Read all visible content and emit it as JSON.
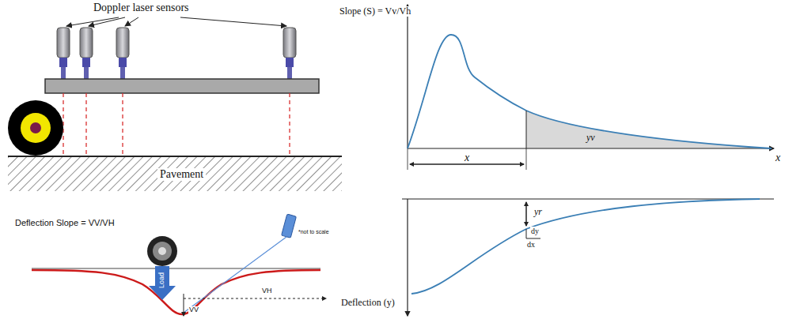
{
  "diagram": {
    "nodes": [
      {
        "text": [
          "Pavement"
        ]
      }
    ],
    "labels": [
      "Doppler laser sensors",
      "Deflection Slope = VV/VH",
      "*not to scale",
      "Load",
      "VH",
      "VV",
      "Slope (S) = Vv/Vh",
      "yv",
      "x",
      "x",
      "yr",
      "dy",
      "dx",
      "Deflection (y)"
    ]
  }
}
